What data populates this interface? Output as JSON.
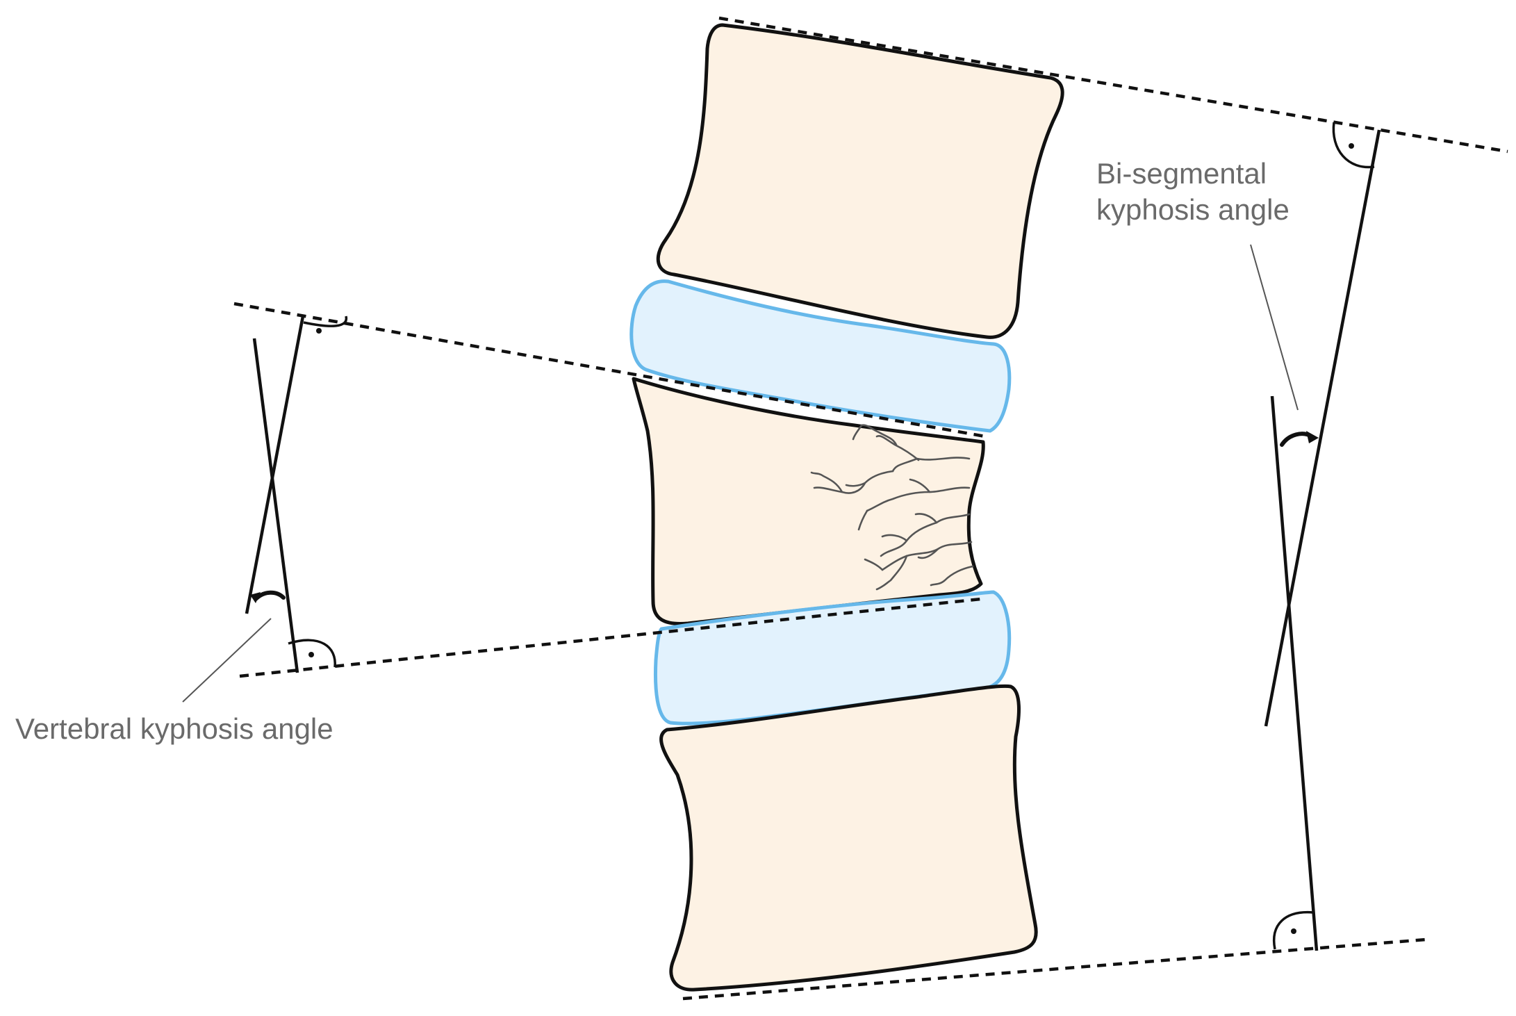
{
  "labels": {
    "vertebral_kyphosis_angle": "Vertebral kyphosis angle",
    "bi_segmental_line1": "Bi-segmental",
    "bi_segmental_line2": "kyphosis angle"
  },
  "colors": {
    "vertebra_fill": "#fdf2e4",
    "disc_fill": "#e2f2fd",
    "disc_outline": "#66b8ea",
    "outline": "#111111",
    "label_text": "#6a6a6a"
  }
}
